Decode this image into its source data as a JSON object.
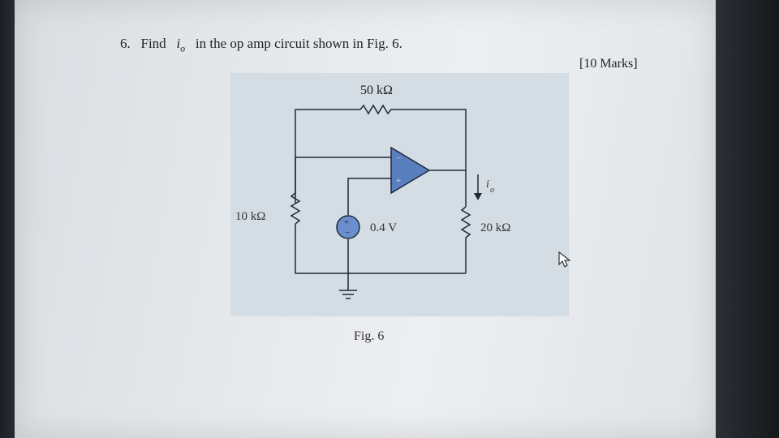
{
  "question": {
    "number": "6.",
    "text_before": "Find",
    "variable": "i",
    "subscript": "o",
    "text_after": "in the op amp circuit shown in Fig. 6."
  },
  "marks": "[10 Marks]",
  "figure": {
    "caption": "Fig. 6",
    "feedback_resistor": "50 kΩ",
    "left_resistor": "10 kΩ",
    "load_resistor": "20 kΩ",
    "source_voltage": "0.4 V",
    "source_plus": "+",
    "source_minus": "−",
    "opamp_minus": "−",
    "opamp_plus": "+",
    "current_label": "i",
    "current_subscript": "o"
  },
  "colors": {
    "wire": "#1e2a3a",
    "opamp_fill": "#5a7fbf",
    "source_fill": "#6a8fcc"
  }
}
